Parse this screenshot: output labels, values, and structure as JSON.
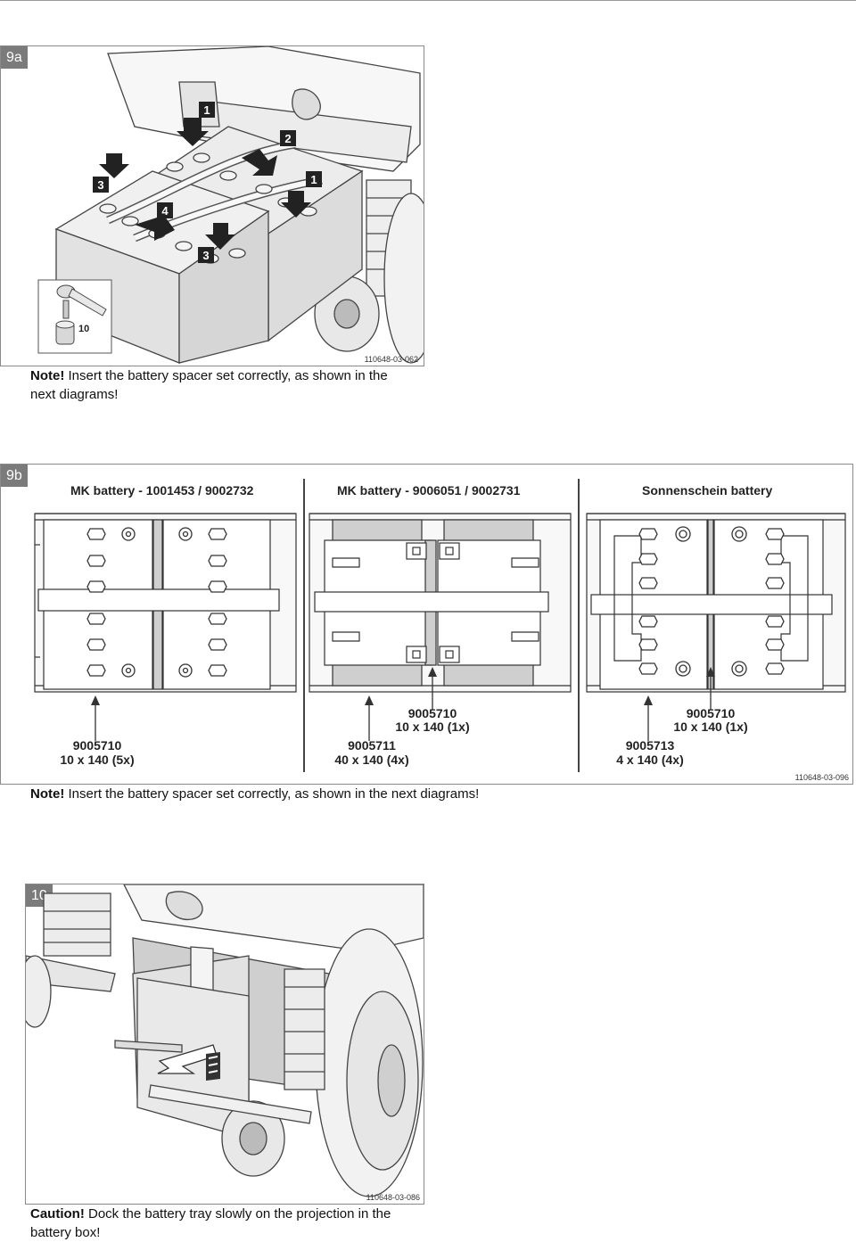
{
  "fig9a": {
    "tag": "9a",
    "ref": "110648-03-062",
    "callouts": [
      "1",
      "2",
      "1",
      "3",
      "4",
      "3"
    ],
    "wrench_size": "10",
    "note_label": "Note!",
    "note_text": " Insert the battery spacer set correctly, as shown in the next diagrams!"
  },
  "fig9b": {
    "tag": "9b",
    "ref": "110648-03-096",
    "col1_title": "MK battery - 1001453 / 9002732",
    "col2_title": "MK battery - 9006051 / 9002731",
    "col3_title": "Sonnenschein battery",
    "c1_part": "9005710",
    "c1_qty": "10 x 140 (5x)",
    "c2_top_part": "9005710",
    "c2_top_qty": "10 x 140 (1x)",
    "c2_bot_part": "9005711",
    "c2_bot_qty": "40 x 140 (4x)",
    "c3_top_part": "9005710",
    "c3_top_qty": "10 x 140 (1x)",
    "c3_bot_part": "9005713",
    "c3_bot_qty": "4 x 140 (4x)",
    "note_label": "Note!",
    "note_text": " Insert the battery spacer set correctly, as shown in the next diagrams!"
  },
  "fig10": {
    "tag": "10",
    "ref": "110648-03-086",
    "note_label": "Caution!",
    "note_text": " Dock the battery tray slowly on the projection in the battery box!"
  }
}
